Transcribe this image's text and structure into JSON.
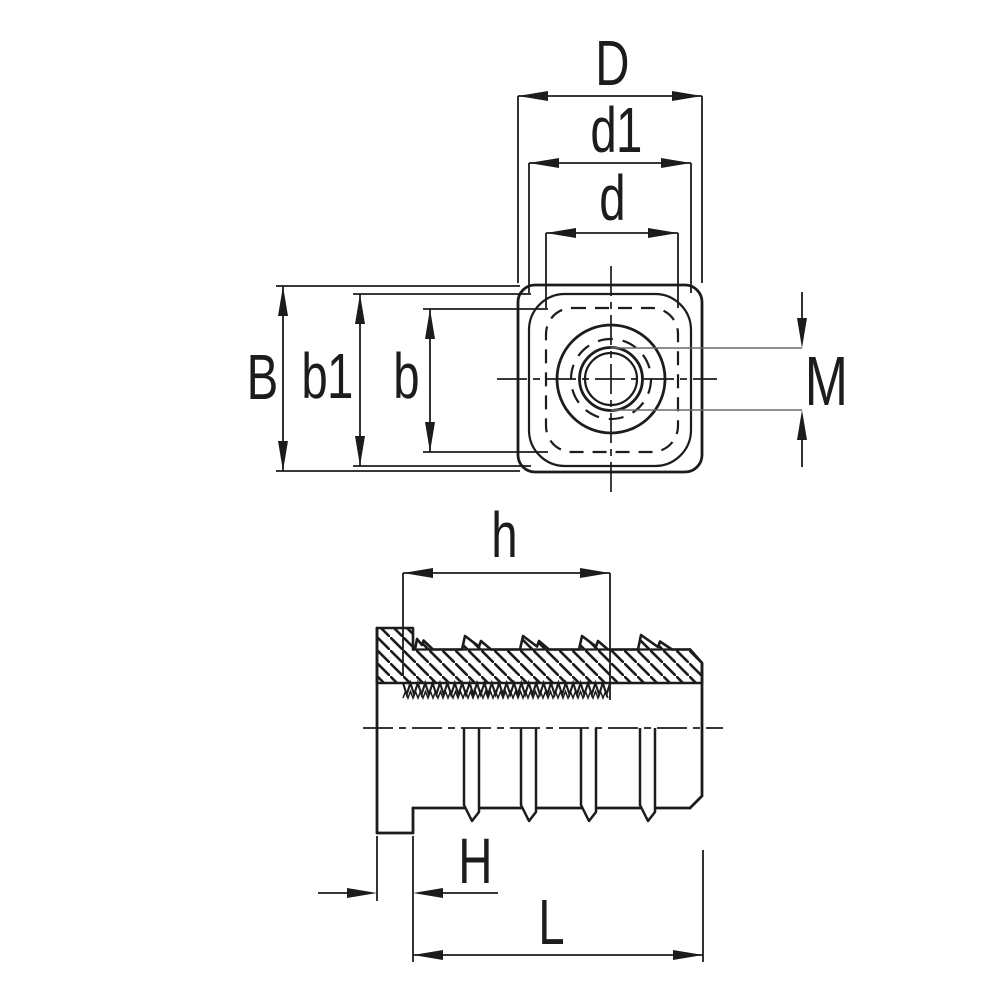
{
  "colors": {
    "background": "#ffffff",
    "line": "#1c1c1c",
    "leader": "#6a6a6a"
  },
  "dimensions": {
    "top_view": {
      "D": "D",
      "d1": "d1",
      "d": "d",
      "B": "B",
      "b1": "b1",
      "b": "b",
      "thread": "M"
    },
    "side_view": {
      "h": "h",
      "H": "H",
      "L": "L"
    }
  }
}
